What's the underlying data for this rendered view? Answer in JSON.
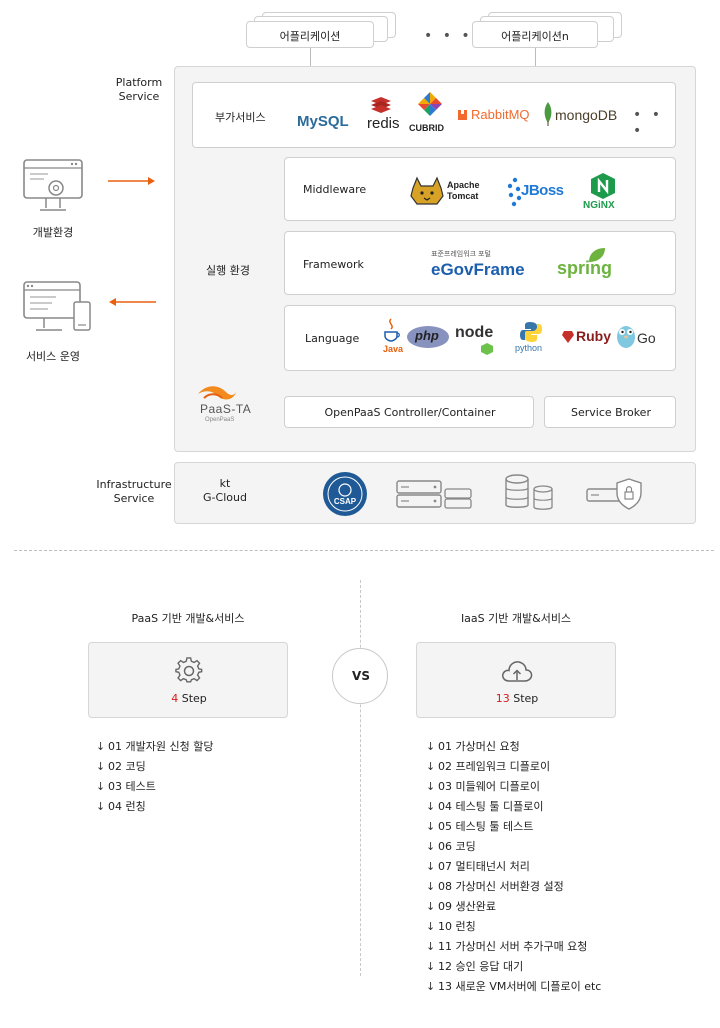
{
  "apps": {
    "app1": "어플리케이션",
    "appn": "어플리케이션n",
    "ellipsis": "• • •"
  },
  "left": {
    "dev_env": "개발환경",
    "service_ops": "서비스 운영"
  },
  "platform": {
    "label_line1": "Platform",
    "label_line2": "Service",
    "addon_label": "부가서비스",
    "addon_logos": [
      "MySQL",
      "redis",
      "CUBRID",
      "RabbitMQ",
      "mongoDB"
    ],
    "addon_more": "• • •",
    "runtime_label": "실행 환경",
    "middleware_label": "Middleware",
    "middleware_logos": {
      "tomcat_line1": "Apache",
      "tomcat_line2": "Tomcat",
      "jboss": "JBoss",
      "nginx": "NGiNX"
    },
    "framework_label": "Framework",
    "framework_logos": {
      "egov_small": "표준프레임워크 포털",
      "egov": "eGovFrame",
      "spring": "spring"
    },
    "language_label": "Language",
    "language_logos": {
      "java": "Java",
      "php": "php",
      "node": "node",
      "python": "python",
      "ruby": "Ruby",
      "go": "Go"
    },
    "paasta_logo": "PaaS-TA",
    "paasta_sub": "OpenPaaS",
    "controller": "OpenPaaS Controller/Container",
    "broker": "Service Broker"
  },
  "infra": {
    "label_line1": "Infrastructure",
    "label_line2": "Service",
    "provider_line1": "kt",
    "provider_line2": "G-Cloud",
    "csap": "CSAP"
  },
  "compare": {
    "vs": "VS",
    "paas": {
      "title": "PaaS 기반 개발&서비스",
      "step_num": "4",
      "step_word": "Step",
      "steps": [
        "01 개발자원 신청 할당",
        "02 코딩",
        "03 테스트",
        "04 런칭"
      ]
    },
    "iaas": {
      "title": "IaaS 기반 개발&서비스",
      "step_num": "13",
      "step_word": "Step",
      "steps": [
        "01 가상머신 요청",
        "02 프레임워크 디플로이",
        "03 미들웨어 디플로이",
        "04 테스팅 툴 디플로이",
        "05 테스팅 툴 테스트",
        "06 코딩",
        "07 멀티태넌시 처리",
        "08 가상머신 서버환경 설정",
        "09 생산완료",
        "10 런칭",
        "11 가상머신 서버 추가구매 요청",
        "12 승인 응답 대기",
        "13 새로운 VM서버에 디플로이 etc"
      ]
    }
  },
  "colors": {
    "accent_orange": "#e8600f",
    "step_red": "#d81b1b",
    "mysql_blue": "#2b6c9a",
    "redis_red": "#c6302b",
    "rabbit_orange": "#f26a2e",
    "mongo_green": "#4a9b3f",
    "jboss_blue": "#1f7ad6",
    "nginx_green": "#1d9b4b",
    "spring_green": "#6db33f",
    "egov_blue": "#1b5fae"
  }
}
